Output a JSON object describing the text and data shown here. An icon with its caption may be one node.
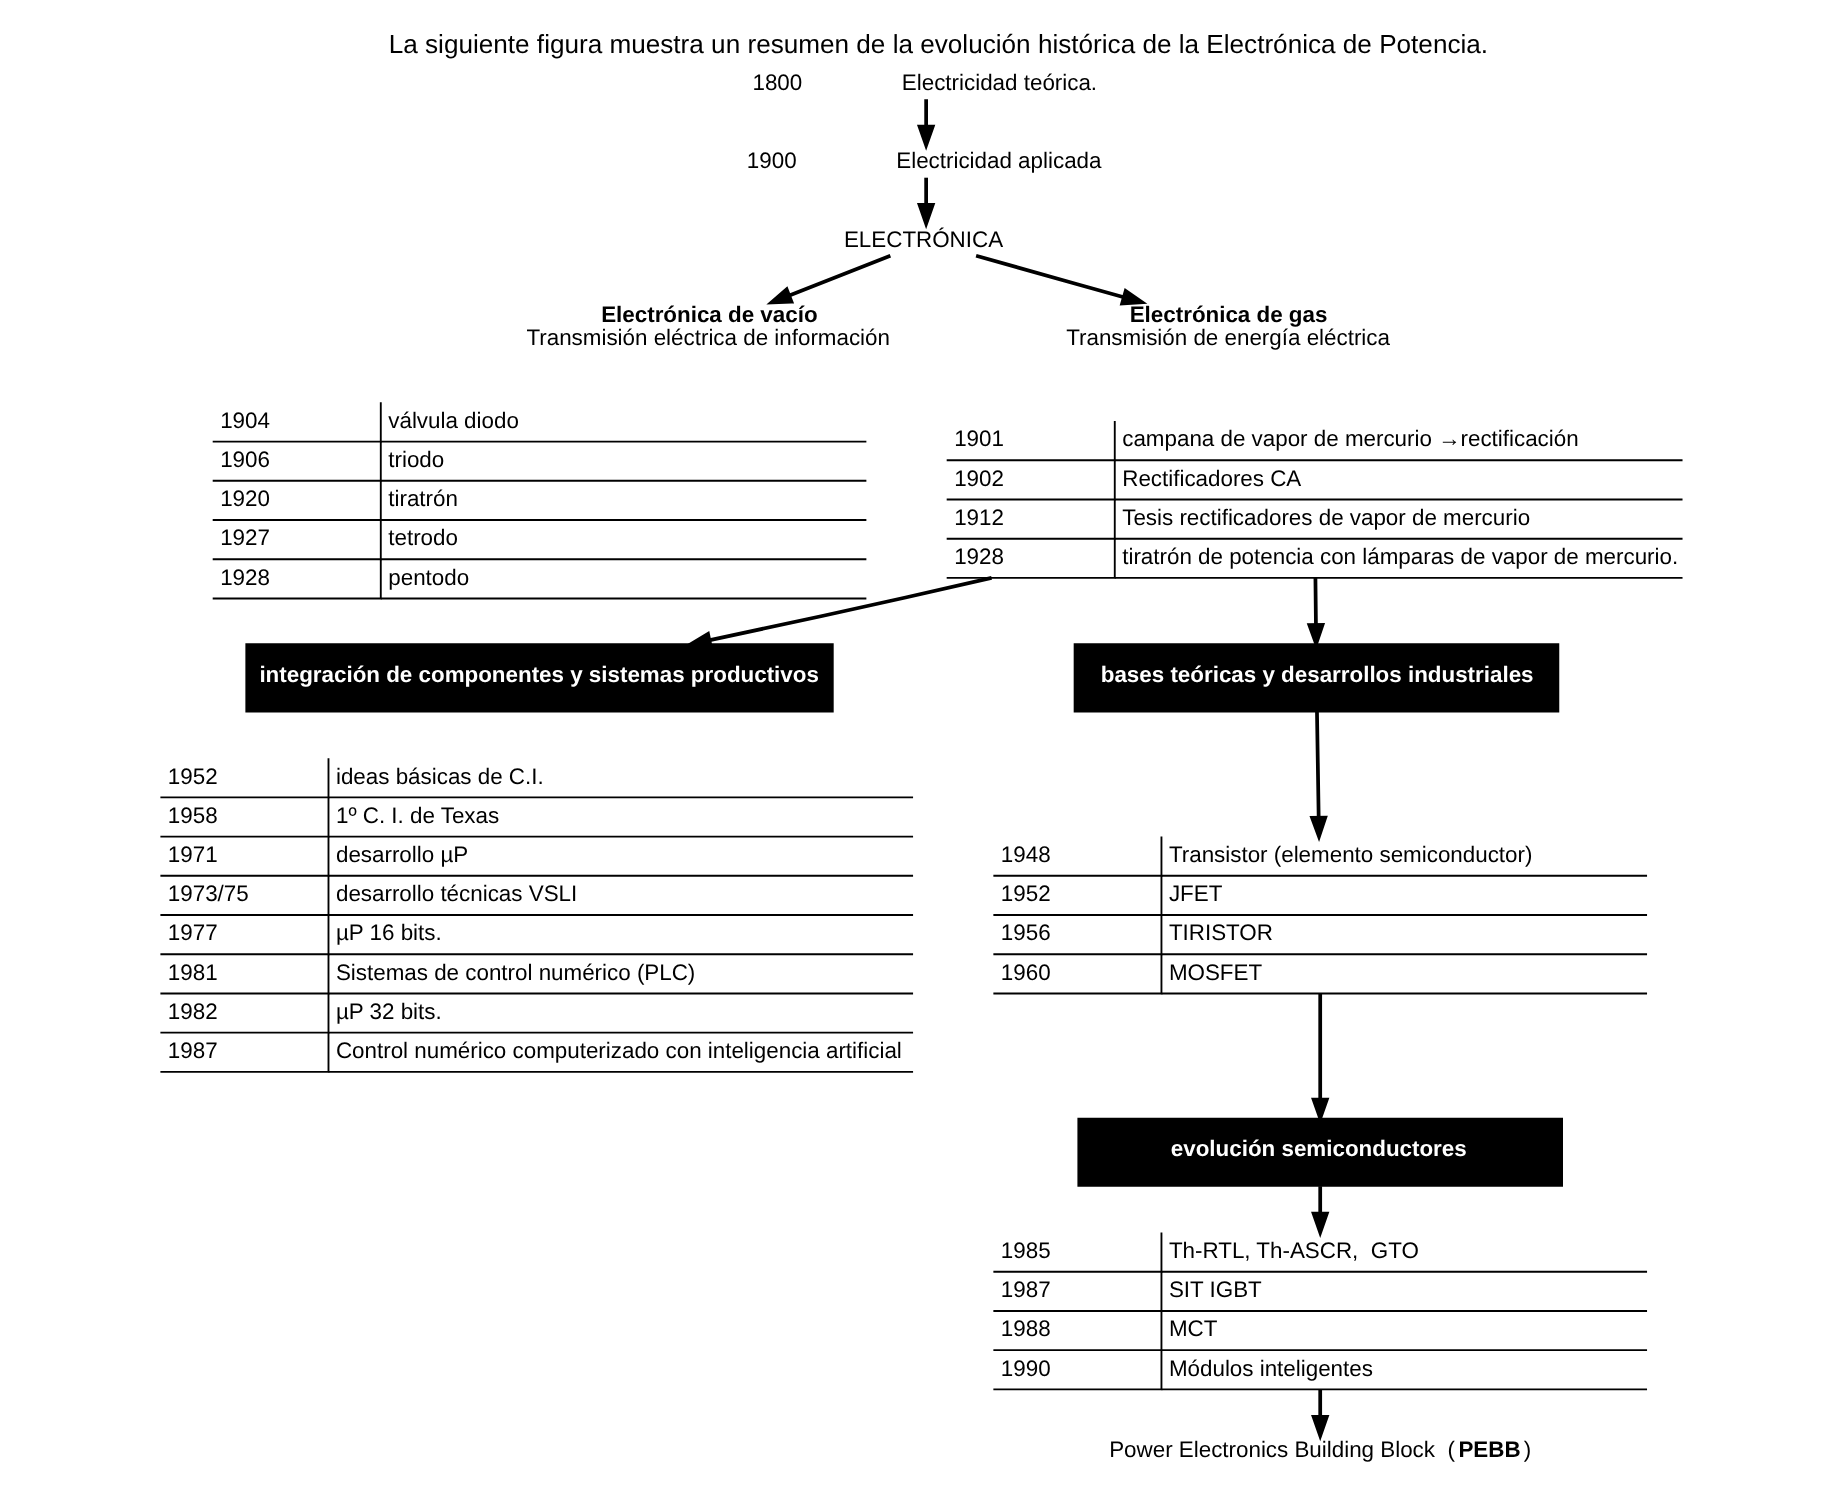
{
  "diagram": {
    "title": "La siguiente figura muestra un resumen de la evolución histórica de la Electrónica de Potencia.",
    "nodes": [
      {
        "text": [
          "Electricidad teórica."
        ],
        "beside": [
          "1800"
        ]
      },
      {
        "text": [
          "Electricidad aplicada"
        ],
        "beside": [
          "1900"
        ]
      },
      {
        "text": [
          "ELECTRÓNICA"
        ]
      },
      {
        "text": [
          "Electrónica de vacío",
          "Transmisión eléctrica de información"
        ]
      },
      {
        "text": [
          "Electrónica de gas",
          "Transmisión de energía eléctrica"
        ]
      },
      {
        "text": [
          "1904",
          "válvula diodo",
          "1906",
          "triodo",
          "1920",
          "tiratrón",
          "1927",
          "tetrodo",
          "1928",
          "pentodo"
        ]
      },
      {
        "text": [
          "1901",
          "campana de vapor de mercurio →rectificación",
          "1902",
          "Rectificadores CA",
          "1912",
          "Tesis rectificadores de vapor de mercurio",
          "1928",
          "tiratrón de potencia con lámparas de vapor de mercurio."
        ]
      },
      {
        "text": [
          "integración de componentes y sistemas productivos"
        ]
      },
      {
        "text": [
          "1952",
          "ideas básicas de C.I.",
          "1958",
          "1º C. I. de Texas",
          "1971",
          "desarrollo µP",
          "1973/75",
          "desarrollo técnicas VSLI",
          "1977",
          "µP 16 bits.",
          "1981",
          "Sistemas de control numérico (PLC)",
          "1982",
          "µP 32 bits.",
          "1987",
          "Control numérico computerizado con inteligencia artificial"
        ]
      },
      {
        "text": [
          "bases teóricas y desarrollos industriales"
        ]
      },
      {
        "text": [
          "1948",
          "Transistor (elemento semiconductor)",
          "1952",
          "JFET",
          "1956",
          "TIRISTOR",
          "1960",
          "MOSFET"
        ]
      },
      {
        "text": [
          "evolución semiconductores"
        ]
      },
      {
        "text": [
          "1985",
          "Th-RTL, Th-ASCR,  GTO",
          "1987",
          "SIT IGBT",
          "1988",
          "MCT",
          "1990",
          "Módulos inteligentes"
        ]
      },
      {
        "text": [
          "Power Electronics Building Block  (**PEBB**)"
        ]
      }
    ],
    "edges": [
      {
        "from": 0,
        "to": 1,
        "arrow": "to"
      },
      {
        "from": 1,
        "to": 2,
        "arrow": "to"
      },
      {
        "from": 2,
        "to": 3,
        "arrow": "to"
      },
      {
        "from": 2,
        "to": 4,
        "arrow": "to"
      },
      {
        "from": 6,
        "to": 7,
        "arrow": "to"
      },
      {
        "from": 6,
        "to": 9,
        "arrow": "to"
      },
      {
        "from": 9,
        "to": 10,
        "arrow": "to"
      },
      {
        "from": 10,
        "to": 11,
        "arrow": "to"
      },
      {
        "from": 11,
        "to": 12,
        "arrow": "to"
      },
      {
        "from": 12,
        "to": 13,
        "arrow": "to"
      }
    ]
  }
}
